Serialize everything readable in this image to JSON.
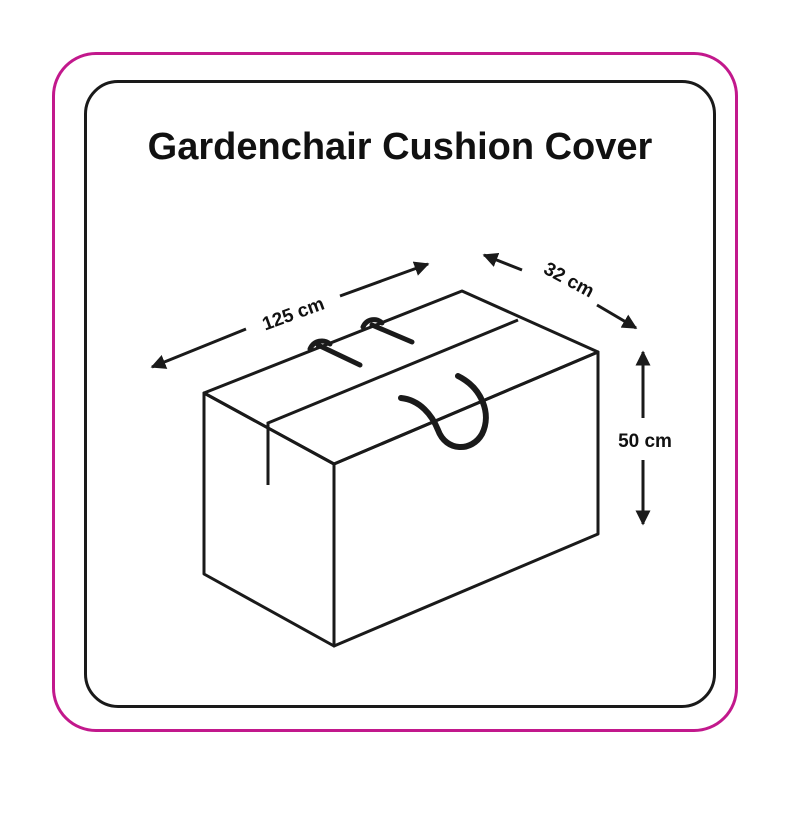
{
  "title": "Gardenchair Cushion Cover",
  "dimensions": {
    "length": "125 cm",
    "depth": "32 cm",
    "height": "50 cm"
  },
  "colors": {
    "outer_frame": "#c2188c",
    "line": "#1a1a1a"
  }
}
